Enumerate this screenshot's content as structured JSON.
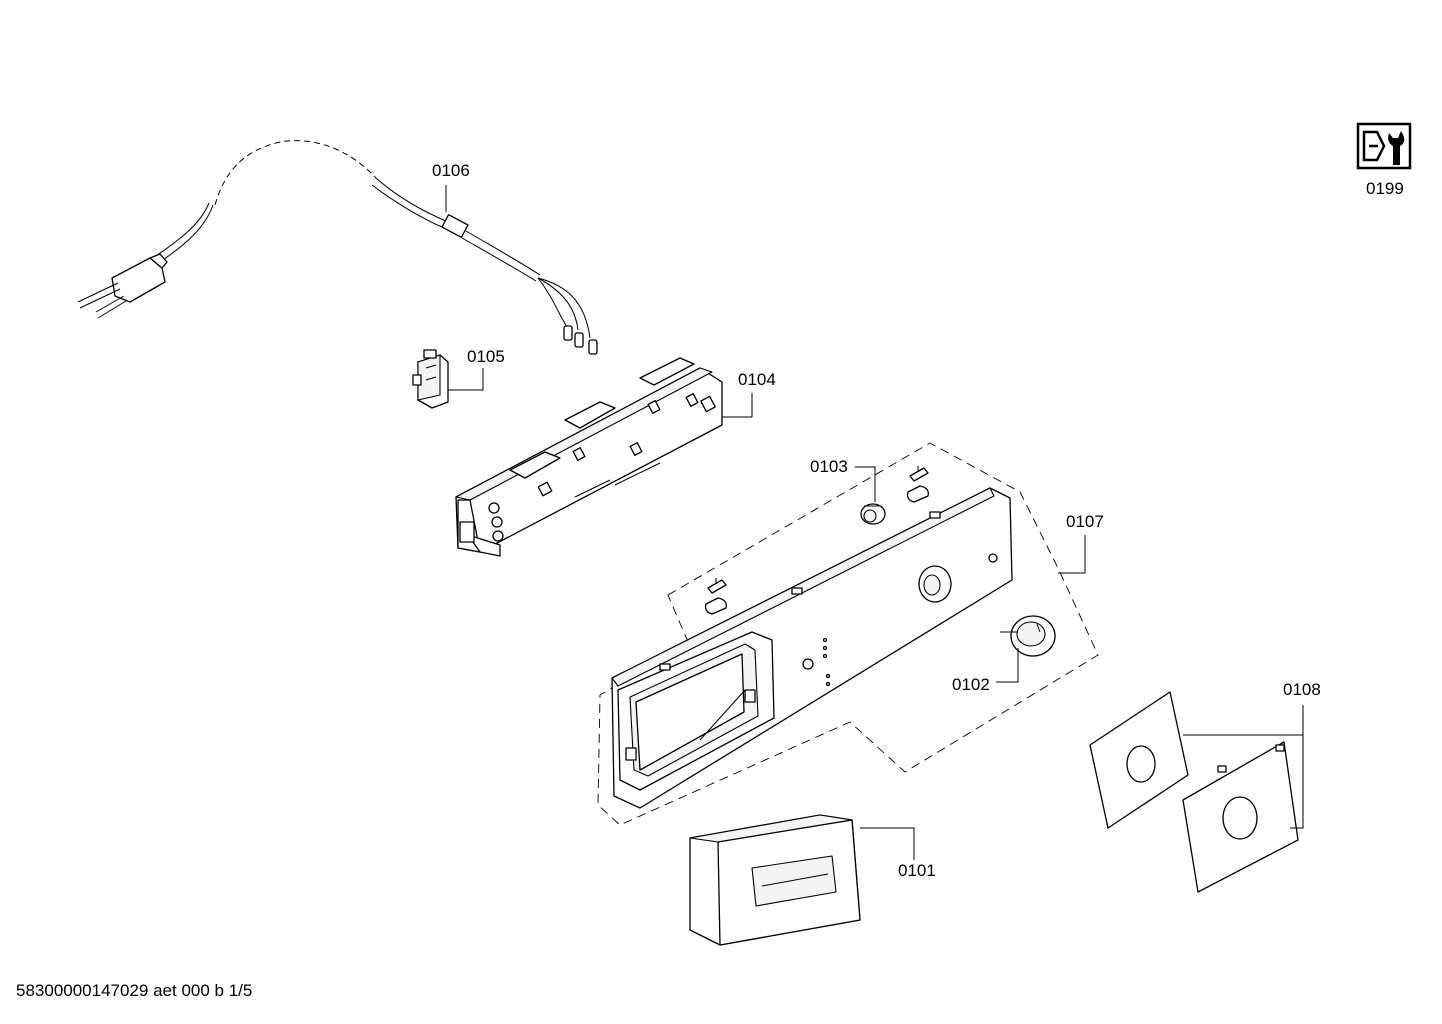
{
  "labels": {
    "p0101": "0101",
    "p0102": "0102",
    "p0103": "0103",
    "p0104": "0104",
    "p0105": "0105",
    "p0106": "0106",
    "p0107": "0107",
    "p0108": "0108",
    "p0199": "0199"
  },
  "footer": "58300000147029 aet 000 b 1/5",
  "icons": {
    "service": "tool-wrench-icon"
  }
}
